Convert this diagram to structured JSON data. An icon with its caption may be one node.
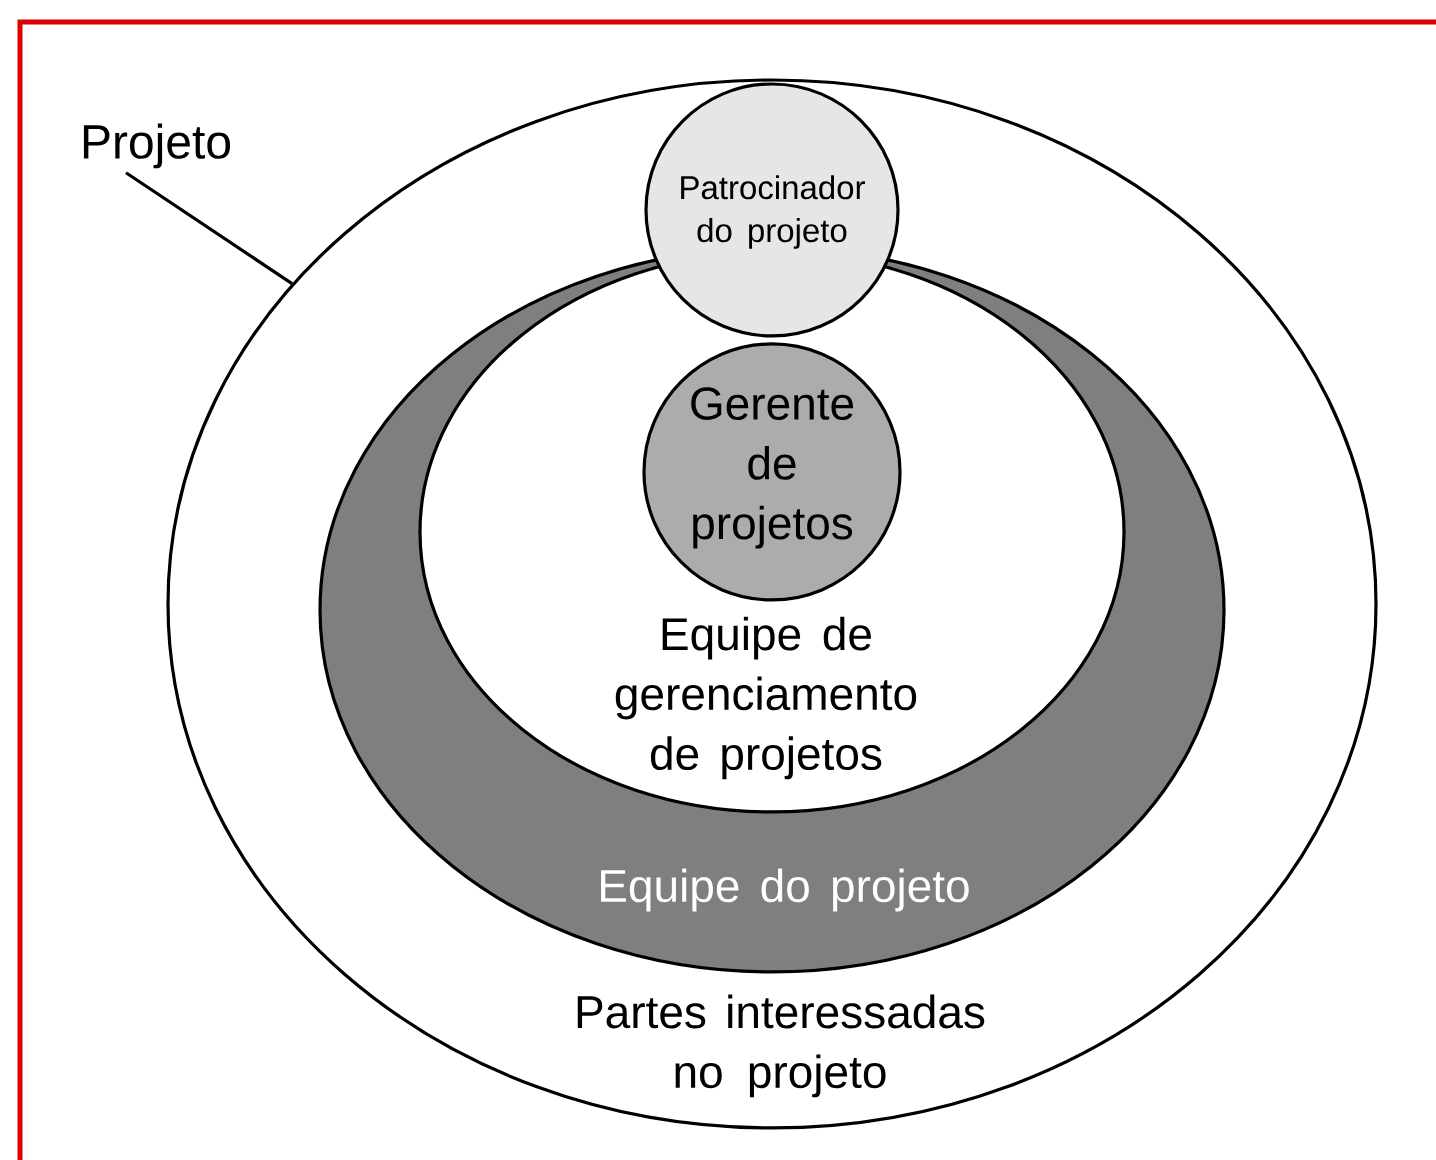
{
  "diagram": {
    "nodes": [
      {
        "text": [
          "Projeto"
        ]
      },
      {
        "text": [
          "Partes interessadas no projeto"
        ]
      },
      {
        "text": [
          "Patrocinador do projeto"
        ],
        "in": 1
      },
      {
        "text": [
          "Equipe do projeto"
        ],
        "in": 1
      },
      {
        "text": [
          "Equipe de gerenciamento de projetos"
        ],
        "in": 3
      },
      {
        "text": [
          "Gerente de projetos"
        ],
        "in": 4
      }
    ],
    "edges": [
      {
        "from": 0,
        "to": 1,
        "arrow": "none"
      }
    ]
  }
}
